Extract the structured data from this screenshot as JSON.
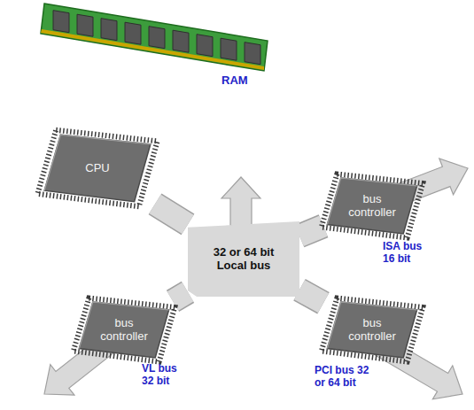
{
  "diagram": {
    "nodes": [
      {
        "text": [
          "CPU"
        ]
      },
      {
        "text": [
          "bus controller"
        ]
      },
      {
        "text": [
          "32 or 64 bit Local bus"
        ]
      },
      {
        "text": [
          "bus controller"
        ]
      },
      {
        "text": [
          "bus controller"
        ]
      }
    ],
    "edges": [
      {
        "from": 0,
        "to": 2,
        "arrow": "none"
      },
      {
        "from": 2,
        "to": 1,
        "arrow": "none"
      },
      {
        "from": 2,
        "to": 3,
        "arrow": "none"
      },
      {
        "from": 2,
        "to": 4,
        "arrow": "none"
      }
    ],
    "labels": [
      "RAM",
      "ISA bus 16 bit",
      "VL bus 32 bit",
      "PCI bus 32 or 64 bit"
    ]
  }
}
